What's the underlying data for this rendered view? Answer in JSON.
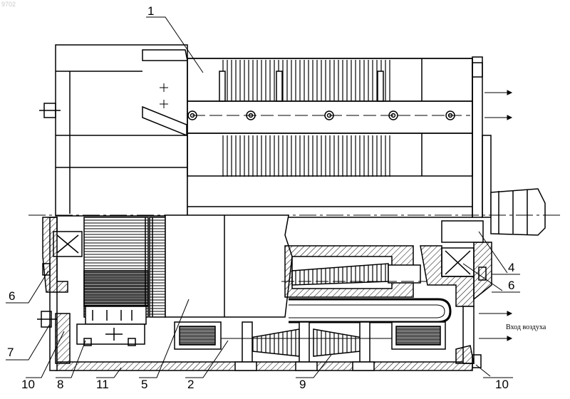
{
  "watermark": "9702",
  "callouts": {
    "c1": "1",
    "c2": "2",
    "c4": "4",
    "c5": "5",
    "c6_left": "6",
    "c6_right": "6",
    "c7": "7",
    "c8": "8",
    "c9": "9",
    "c10_left": "10",
    "c10_right": "10",
    "c11": "11"
  },
  "air_inlet_label": "Вход воздуха"
}
